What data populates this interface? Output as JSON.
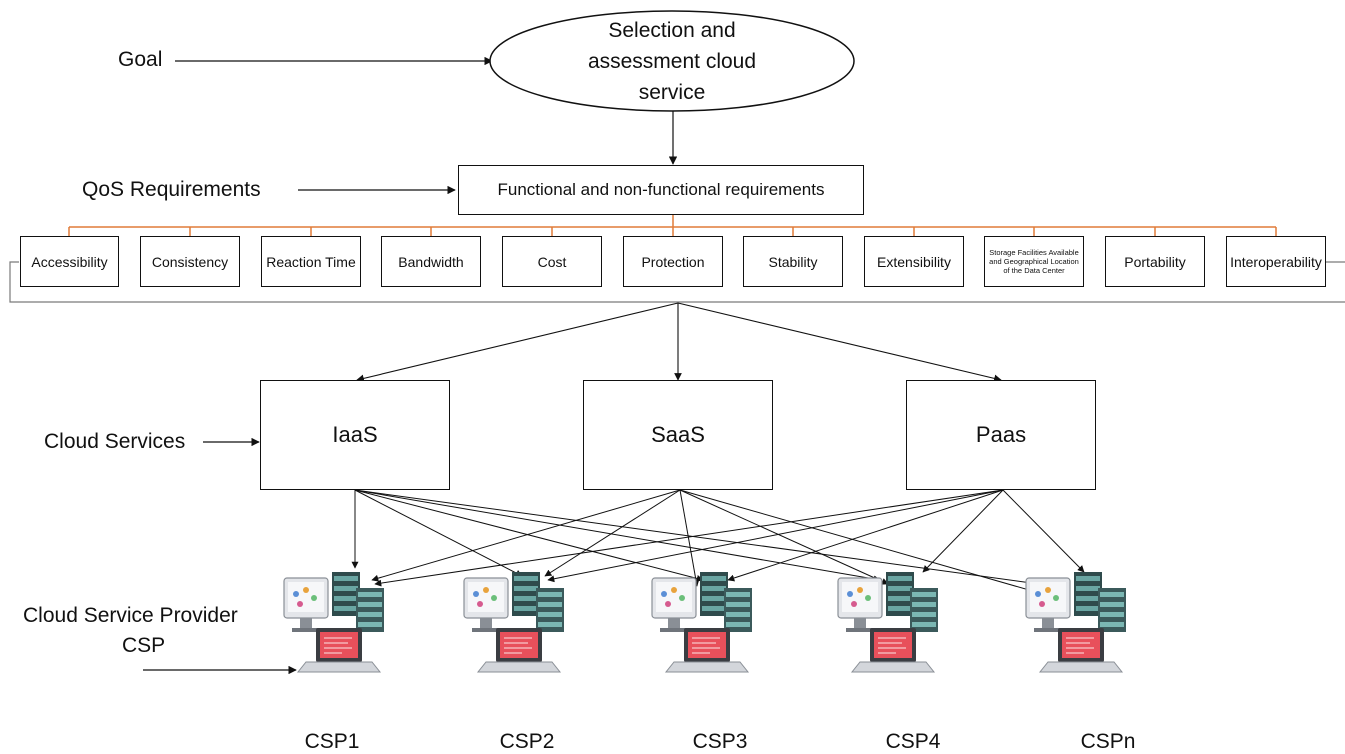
{
  "labels": {
    "goal": "Goal",
    "qos": "QoS Requirements",
    "cloud_services": "Cloud Services",
    "csp_line1": "Cloud Service Provider",
    "csp_line2": "CSP"
  },
  "goal_node": {
    "line1": "Selection and",
    "line2": "assessment cloud",
    "line3": "service"
  },
  "requirements_box": "Functional and non-functional  requirements",
  "requirements": [
    "Accessibility",
    "Consistency",
    "Reaction Time",
    "Bandwidth",
    "Cost",
    "Protection",
    "Stability",
    "Extensibility",
    "Storage Facilities Available and Geographical Location of the Data Center",
    "Portability",
    "Interoperability"
  ],
  "services": [
    "IaaS",
    "SaaS",
    "Paas"
  ],
  "providers": [
    "CSP1",
    "CSP2",
    "CSP3",
    "CSP4",
    "CSPn"
  ],
  "colors": {
    "tree_line": "#e07b39",
    "server": "#2f4b4c",
    "screen_red": "#e8505b"
  }
}
